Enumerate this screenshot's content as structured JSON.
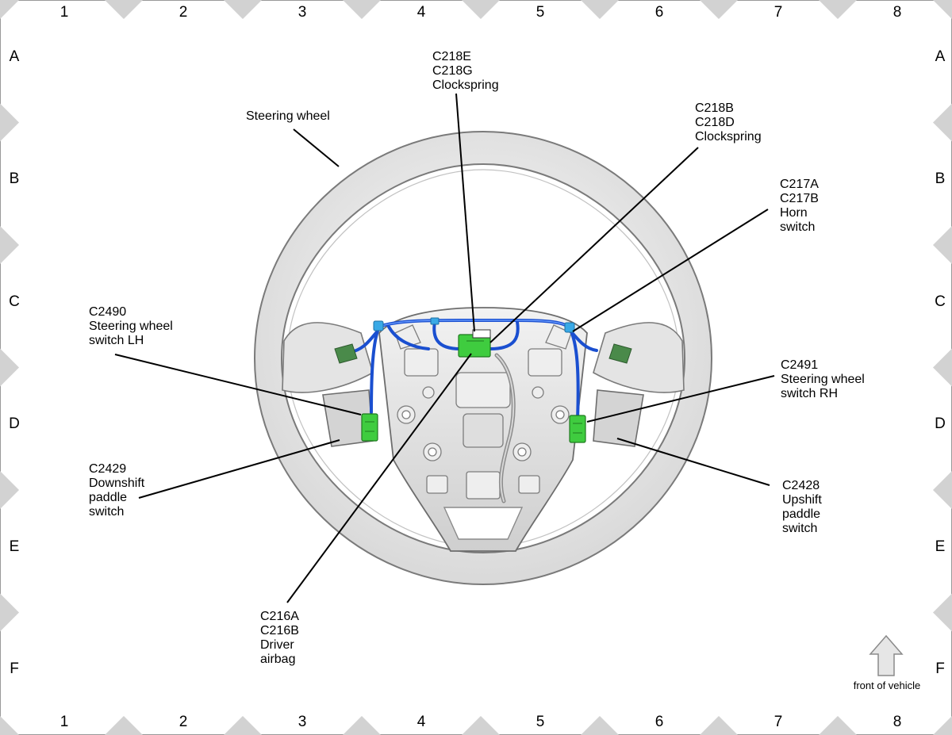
{
  "grid": {
    "columns": [
      "1",
      "2",
      "3",
      "4",
      "5",
      "6",
      "7",
      "8"
    ],
    "rows": [
      "A",
      "B",
      "C",
      "D",
      "E",
      "F"
    ]
  },
  "callouts": {
    "steering_wheel": [
      "Steering wheel"
    ],
    "c218e": [
      "C218E",
      "C218G",
      "Clockspring"
    ],
    "c218b": [
      "C218B",
      "C218D",
      "Clockspring"
    ],
    "c217a": [
      "C217A",
      "C217B",
      "Horn",
      "switch"
    ],
    "c2490": [
      "C2490",
      "Steering wheel",
      "switch LH"
    ],
    "c2491": [
      "C2491",
      "Steering wheel",
      "switch RH"
    ],
    "c2429": [
      "C2429",
      "Downshift",
      "paddle",
      "switch"
    ],
    "c2428": [
      "C2428",
      "Upshift",
      "paddle",
      "switch"
    ],
    "c216a": [
      "C216A",
      "C216B",
      "Driver",
      "airbag"
    ]
  },
  "orientation": {
    "label": "front of vehicle",
    "icon": "up-arrow-icon"
  },
  "colors": {
    "harness": "#1a4fd0",
    "connector": "#3fcc3f",
    "connector_dark": "#4a8a4a",
    "clip": "#39a9e6",
    "wheel": "#e8e8e8"
  }
}
